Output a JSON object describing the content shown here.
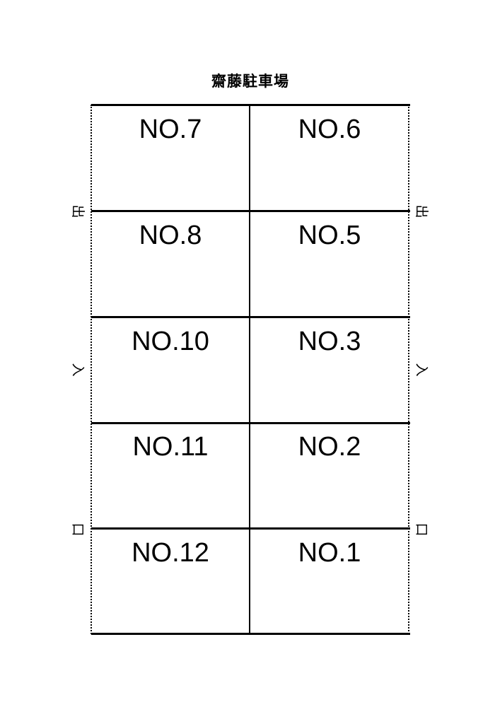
{
  "title": "齋藤駐車場",
  "spaces": {
    "left": [
      "NO.7",
      "NO.8",
      "NO.10",
      "NO.11",
      "NO.12"
    ],
    "right": [
      "NO.6",
      "NO.5",
      "NO.3",
      "NO.2",
      "NO.1"
    ]
  },
  "entrance_sign": {
    "chars": [
      "出",
      "入",
      "口"
    ]
  }
}
